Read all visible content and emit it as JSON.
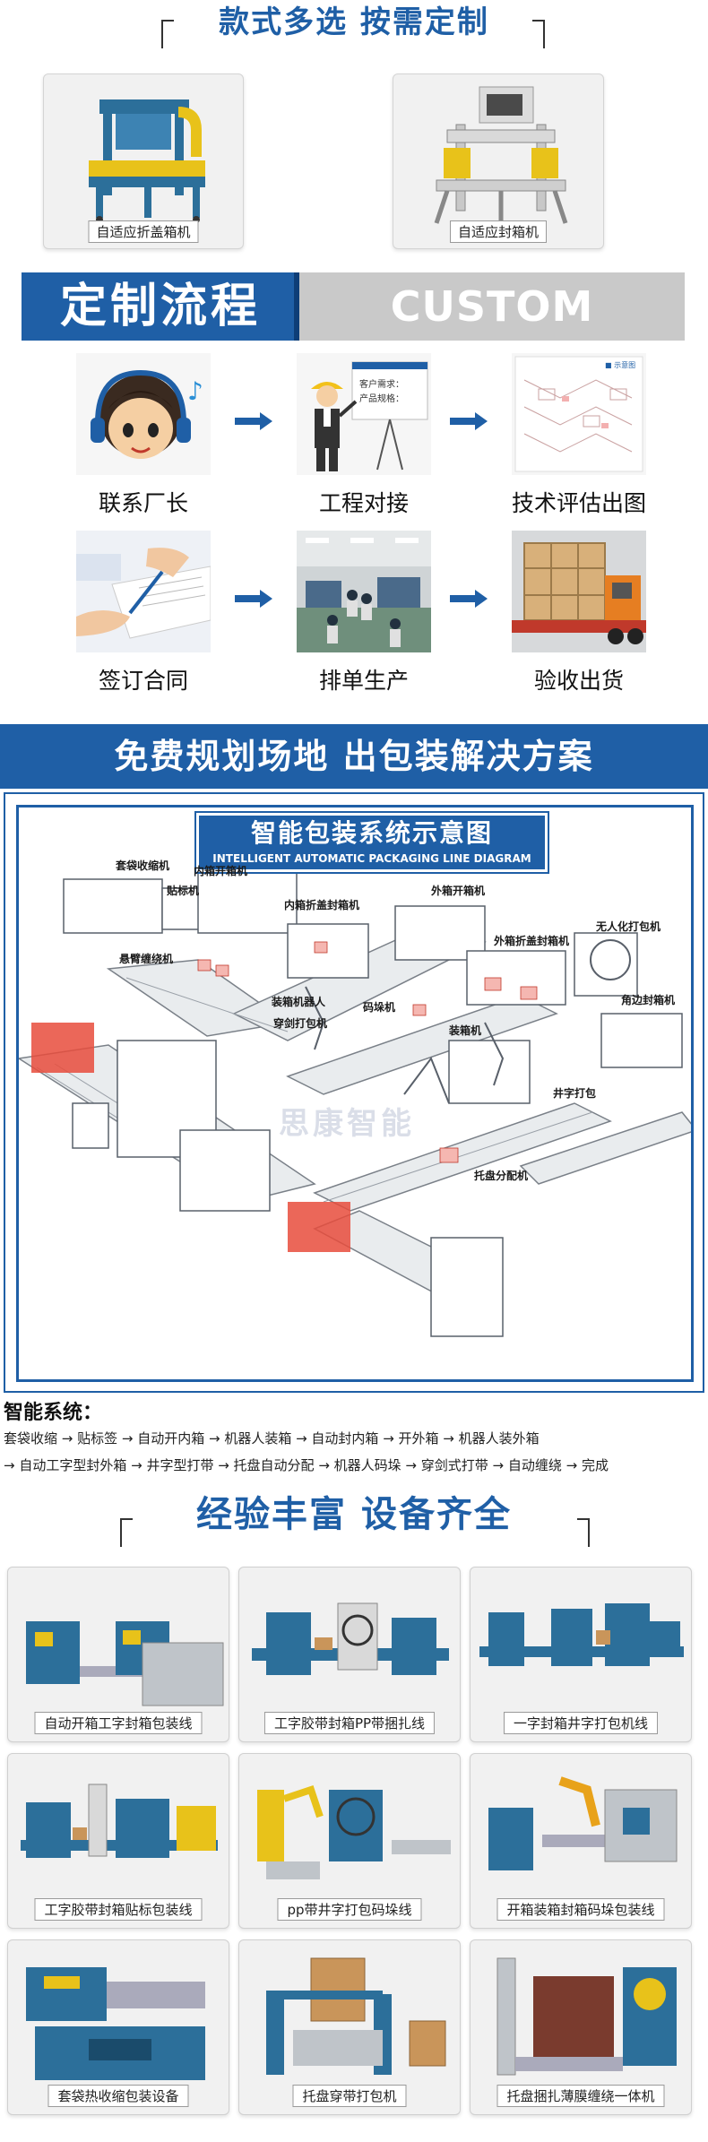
{
  "section1": {
    "heading": "款式多选  按需定制"
  },
  "top_products": [
    {
      "caption": "自适应折盖箱机"
    },
    {
      "caption": "自适应封箱机"
    }
  ],
  "custom_process": {
    "title_cn": "定制流程",
    "title_en": "CUSTOM PROCESS",
    "steps": [
      {
        "label": "联系厂长",
        "icon": "headset-avatar-icon"
      },
      {
        "label": "工程对接",
        "icon": "engineer-presentation-icon"
      },
      {
        "label": "技术评估出图",
        "icon": "technical-drawing-icon"
      },
      {
        "label": "签订合同",
        "icon": "contract-signing-icon"
      },
      {
        "label": "排单生产",
        "icon": "factory-floor-icon"
      },
      {
        "label": "验收出货",
        "icon": "shipping-crate-icon"
      }
    ],
    "board_text": {
      "line1": "客户需求：",
      "line2": "产品规格："
    }
  },
  "planning_banner": {
    "text": "免费规划场地 出包装解决方案"
  },
  "diagram": {
    "title_cn": "智能包装系统示意图",
    "title_en": "INTELLIGENT AUTOMATIC PACKAGING LINE DIAGRAM",
    "labels": {
      "bag_shrink": "套袋收缩机",
      "inner_open": "内箱开箱机",
      "labeler": "贴标机",
      "inner_fold_seal": "内箱折盖封箱机",
      "outer_open": "外箱开箱机",
      "outer_fold_seal": "外箱折盖封箱机",
      "unmanned_wrap": "无人化打包机",
      "cantilever_wrap": "悬臂缠绕机",
      "robot_packer": "装箱机器人",
      "palletizer": "码垛机",
      "side_sealer": "角边封箱机",
      "thread_strapper": "穿剑打包机",
      "packer": "装箱机",
      "cross_strapper": "井字打包",
      "pallet_dispenser": "托盘分配机"
    },
    "watermark": "思康智能"
  },
  "system": {
    "title": "智能系统：",
    "line1": "套袋收缩 → 贴标签 → 自动开内箱 → 机器人装箱 → 自动封内箱 → 开外箱 → 机器人装外箱",
    "line2": "→ 自动工字型封外箱 → 井字型打带 → 托盘自动分配 → 机器人码垛 → 穿剑式打带 → 自动缠绕 → 完成"
  },
  "section2": {
    "heading": "经验丰富  设备齐全"
  },
  "equipment": [
    {
      "caption": "自动开箱工字封箱包装线"
    },
    {
      "caption": "工字胶带封箱PP带捆扎线"
    },
    {
      "caption": "一字封箱井字打包机线"
    },
    {
      "caption": "工字胶带封箱贴标包装线"
    },
    {
      "caption": "pp带井字打包码垛线"
    },
    {
      "caption": "开箱装箱封箱码垛包装线"
    },
    {
      "caption": "套袋热收缩包装设备"
    },
    {
      "caption": "托盘穿带打包机"
    },
    {
      "caption": "托盘捆扎薄膜缠绕一体机"
    }
  ],
  "colors": {
    "brand_blue": "#1f5fa6",
    "banner_grey": "#c9c9c9",
    "machine_blue": "#2c6f9a",
    "machine_yellow": "#e8c21a"
  }
}
